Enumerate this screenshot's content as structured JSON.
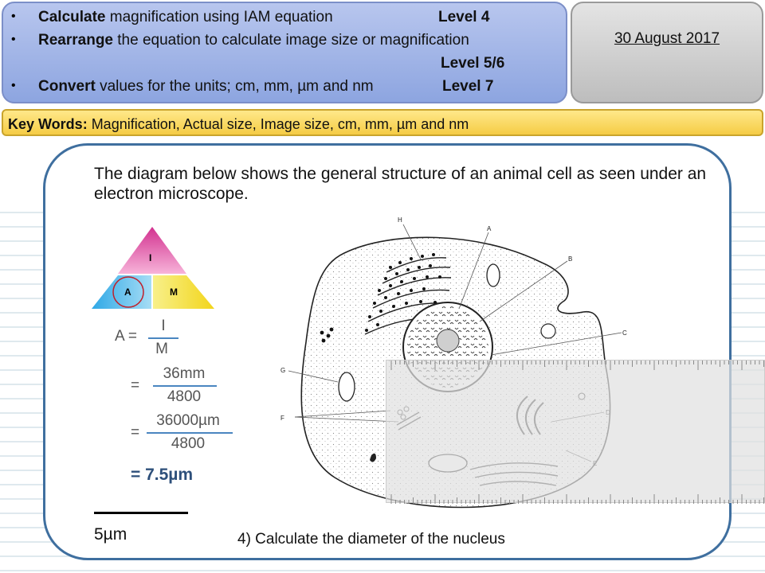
{
  "objectives": [
    {
      "bold": "Calculate",
      "rest": " magnification using IAM equation",
      "level": "Level 4"
    },
    {
      "bold": "Rearrange",
      "rest": " the equation to calculate image size or magnification",
      "level": "Level 5/6"
    },
    {
      "bold": "Convert",
      "rest": " values for the units; cm, mm, µm and nm",
      "level": "Level 7"
    }
  ],
  "date": "30 August 2017",
  "keywords": {
    "label": "Key Words:",
    "text": " Magnification, Actual size, Image size, cm, mm, µm and nm"
  },
  "intro": "The diagram below shows the general structure of an animal cell as seen under an electron microscope.",
  "triangle": {
    "top": "I",
    "left": "A",
    "right": "M"
  },
  "working": {
    "lhs": "A =",
    "f1_num": "I",
    "f1_den": "M",
    "eq2": "=",
    "f2_num": "36mm",
    "f2_den": "4800",
    "eq3": "=",
    "f3_num": "36000µm",
    "f3_den": "4800",
    "answer": "= 7.5µm"
  },
  "scale_label": "5µm",
  "question": "4) Calculate the diameter of the nucleus",
  "cell_labels": [
    "H",
    "A",
    "B",
    "C",
    "D",
    "E",
    "F",
    "G"
  ],
  "colors": {
    "objectives_box": "#9fb2e8",
    "keywords_box": "#f7d35a",
    "panel_border": "#3f6f9f",
    "triangle_top": "#e84fa6",
    "triangle_left": "#46b6e8",
    "triangle_right": "#f2e23a"
  }
}
